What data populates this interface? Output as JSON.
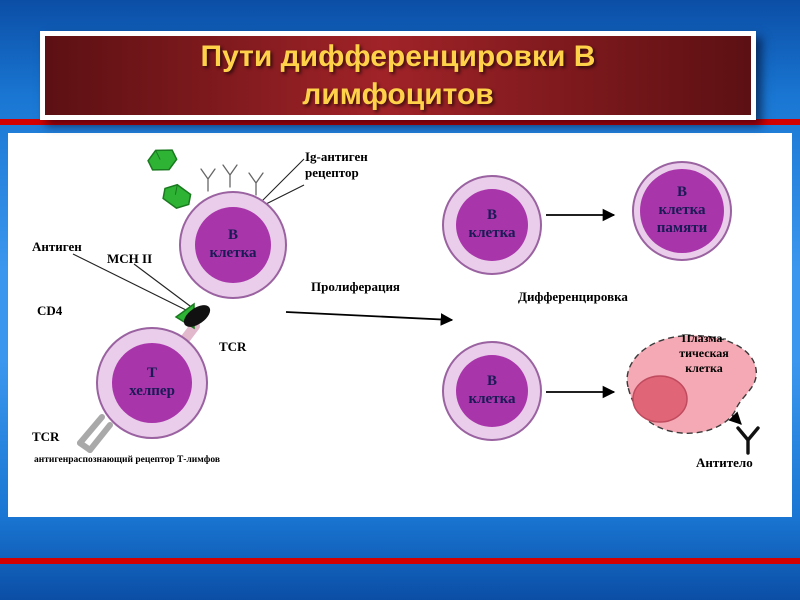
{
  "title": {
    "line1": "Пути дифференцировки В",
    "line2": "лимфоцитов"
  },
  "labels": {
    "ig_receptor_line1": "Ig-антиген",
    "ig_receptor_line2": "рецептор",
    "antigen": "Антиген",
    "mch2": "MCH II",
    "cd4": "CD4",
    "tcr_upper": "TCR",
    "tcr_lower": "TCR",
    "tcr_caption": "антигенраспознающий рецептор Т-лимфов",
    "proliferation": "Пролиферация",
    "differentiation": "Дифференцировка",
    "antibody": "Антитело"
  },
  "cells": {
    "b_left": {
      "line1": "В",
      "line2": "клетка"
    },
    "t_helper": {
      "line1": "Т",
      "line2": "хелпер"
    },
    "b_top": {
      "line1": "В",
      "line2": "клетка"
    },
    "b_bottom": {
      "line1": "В",
      "line2": "клетка"
    },
    "b_memory": {
      "line1": "В",
      "line2": "клетка",
      "line3": "памяти"
    },
    "plasma": {
      "line1": "Плазма-",
      "line2": "тическая",
      "line3": "клетка"
    }
  },
  "icons": {
    "antigen": "antigen-hexagon-icon",
    "antibody": "antibody-y-icon",
    "mhc_tcr_junction": "mhc-tcr-junction-icon"
  },
  "colors": {
    "slide_blue_dark": "#0b4ea6",
    "slide_blue_light": "#3b97ee",
    "accent_red": "#d40000",
    "title_bg_dark": "#5c1013",
    "title_bg_light": "#a02328",
    "title_text": "#ffd24a",
    "cell_outer": "#e9cdea",
    "cell_inner": "#a935ab",
    "cell_border": "#9a62a0",
    "cell_text": "#1a1a55",
    "plasma_body": "#f4a9b4",
    "plasma_nucleus": "#e06577",
    "antigen_green": "#2eb335"
  }
}
